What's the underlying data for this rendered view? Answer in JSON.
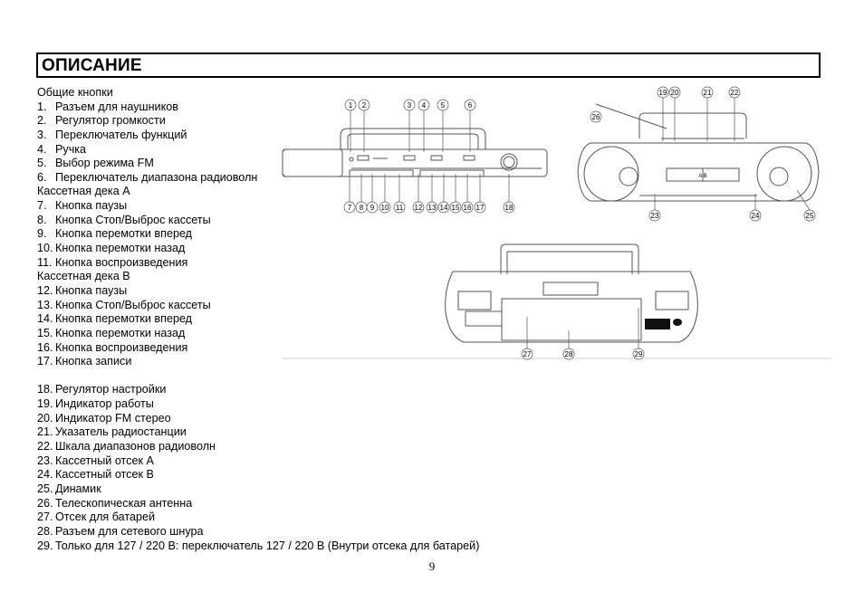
{
  "section_title": "ОПИСАНИЕ",
  "items": [
    {
      "num": "",
      "text": "Общие кнопки"
    },
    {
      "num": "1.",
      "text": "Разъем для наушников"
    },
    {
      "num": "2.",
      "text": "Регулятор громкости"
    },
    {
      "num": "3.",
      "text": "Переключатель функций"
    },
    {
      "num": "4.",
      "text": "Ручка"
    },
    {
      "num": "5.",
      "text": "Выбор режима FM"
    },
    {
      "num": "6.",
      "text": "Переключатель диапазона радиоволн"
    },
    {
      "num": "",
      "text": "Кассетная дека А"
    },
    {
      "num": "7.",
      "text": "Кнопка паузы"
    },
    {
      "num": "8.",
      "text": "Кнопка Стоп/Выброс кассеты"
    },
    {
      "num": "9.",
      "text": "Кнопка перемотки вперед"
    },
    {
      "num": "10.",
      "text": "Кнопка перемотки назад"
    },
    {
      "num": "11.",
      "text": "Кнопка воспроизведения"
    },
    {
      "num": "",
      "text": "Кассетная дека В"
    },
    {
      "num": "12.",
      "text": "Кнопка паузы"
    },
    {
      "num": "13.",
      "text": "Кнопка Стоп/Выброс кассеты"
    },
    {
      "num": "14.",
      "text": "Кнопка перемотки вперед"
    },
    {
      "num": "15.",
      "text": "Кнопка перемотки назад"
    },
    {
      "num": "16.",
      "text": "Кнопка воспроизведения"
    },
    {
      "num": "17.",
      "text": "Кнопка записи"
    },
    {
      "num": "",
      "text": ""
    },
    {
      "num": "18.",
      "text": "Регулятор настройки"
    },
    {
      "num": "19.",
      "text": "Индикатор работы"
    },
    {
      "num": "20.",
      "text": "Индикатор FM стерео"
    },
    {
      "num": "21.",
      "text": "Указатель радиостанции"
    },
    {
      "num": "22.",
      "text": "Шкала диапазонов радиоволн"
    },
    {
      "num": "23.",
      "text": "Кассетный отсек А"
    },
    {
      "num": "24.",
      "text": "Кассетный отсек В"
    },
    {
      "num": "25.",
      "text": "Динамик"
    },
    {
      "num": "26.",
      "text": "Телескопическая антенна"
    },
    {
      "num": "27.",
      "text": "Отсек для батарей"
    },
    {
      "num": "28.",
      "text": "Разъем для сетевого шнура"
    },
    {
      "num": "29.",
      "text": "Только для 127 / 220 В: переключатель 127 / 220 В (Внутри отсека для батарей)"
    }
  ],
  "figure_top": {
    "labels_upper": [
      "1",
      "2",
      "3",
      "4",
      "5",
      "6"
    ],
    "labels_lower": [
      "7",
      "8",
      "9",
      "10",
      "11",
      "12",
      "13",
      "14",
      "15",
      "16",
      "17",
      "18"
    ]
  },
  "figure_front": {
    "labels": [
      "19",
      "20",
      "21",
      "22",
      "26",
      "23",
      "24",
      "25"
    ],
    "deck_text": "A  B"
  },
  "figure_back": {
    "labels": [
      "27",
      "28",
      "29"
    ]
  },
  "page_number": "9"
}
